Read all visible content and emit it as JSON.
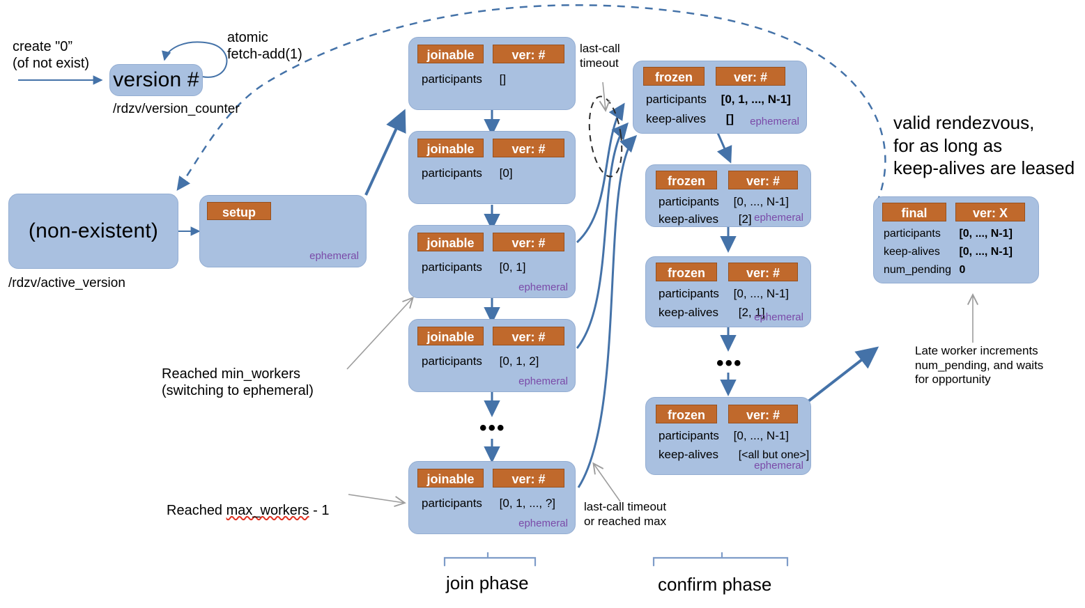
{
  "colors": {
    "box_fill": "#A9C0E0",
    "box_border": "#93ADD2",
    "badge_fill": "#C0692C",
    "badge_border": "#96501F",
    "arrow_blue": "#4472A8",
    "arrow_gray": "#9D9D9D",
    "ephemeral_text": "#7A4AA8"
  },
  "counter": {
    "create_note": "create \"0”\n(of not exist)",
    "atomic_note": "atomic\nfetch-add(1)",
    "box_label": "version #",
    "path_label": "/rdzv/version_counter"
  },
  "active_version": {
    "nonexistent_label": "(non-existent)",
    "path_label": "/rdzv/active_version",
    "setup_badge": "setup",
    "ephemeral": "ephemeral"
  },
  "labels": {
    "ephemeral": "ephemeral",
    "ver_hash": "ver: #",
    "ver_x": "ver: X",
    "joinable": "joinable",
    "frozen": "frozen",
    "final": "final",
    "participants": "participants",
    "keep_alives": "keep-alives",
    "num_pending": "num_pending",
    "ellipsis": "•••"
  },
  "join_phase": {
    "title": "join phase",
    "boxes": [
      {
        "badge": "joinable",
        "ver": "ver: #",
        "participants": "[]",
        "ephemeral": ""
      },
      {
        "badge": "joinable",
        "ver": "ver: #",
        "participants": "[0]",
        "ephemeral": ""
      },
      {
        "badge": "joinable",
        "ver": "ver: #",
        "participants": "[0, 1]",
        "ephemeral": "ephemeral"
      },
      {
        "badge": "joinable",
        "ver": "ver: #",
        "participants": "[0, 1, 2]",
        "ephemeral": "ephemeral"
      },
      {
        "badge": "joinable",
        "ver": "ver: #",
        "participants": "[0, 1, ..., ?]",
        "ephemeral": "ephemeral"
      }
    ]
  },
  "confirm_phase": {
    "title": "confirm phase",
    "boxes": [
      {
        "badge": "frozen",
        "ver": "ver: #",
        "participants": "[0, 1, ..., N-1]",
        "keep_alives": "[]",
        "ephemeral": "ephemeral"
      },
      {
        "badge": "frozen",
        "ver": "ver: #",
        "participants": "[0, ..., N-1]",
        "keep_alives": "[2]",
        "ephemeral": "ephemeral"
      },
      {
        "badge": "frozen",
        "ver": "ver: #",
        "participants": "[0, ..., N-1]",
        "keep_alives": "[2, 1]",
        "ephemeral": "ephemeral"
      },
      {
        "badge": "frozen",
        "ver": "ver: #",
        "participants": "[0, ..., N-1]",
        "keep_alives": "[<all but one>]",
        "ephemeral": "ephemeral"
      }
    ]
  },
  "final_state": {
    "note": "valid rendezvous,\nfor as long as\nkeep-alives are leased",
    "badge": "final",
    "ver": "ver: X",
    "participants_key": "participants",
    "participants": "[0, ..., N-1]",
    "keep_alives_key": "keep-alives",
    "keep_alives": "[0, ..., N-1]",
    "num_pending_key": "num_pending",
    "num_pending": "0",
    "late_worker_note": "Late worker increments\nnum_pending, and waits\nfor opportunity"
  },
  "annotations": {
    "last_call_timeout": "last-call\ntimeout",
    "reached_min_workers": "Reached min_workers\n(switching to ephemeral)",
    "reached_max_workers_prefix": "Reached ",
    "reached_max_workers_spell": "max_workers",
    "reached_max_workers_suffix": " - 1",
    "last_call_or_max": "last-call timeout\nor reached max"
  }
}
